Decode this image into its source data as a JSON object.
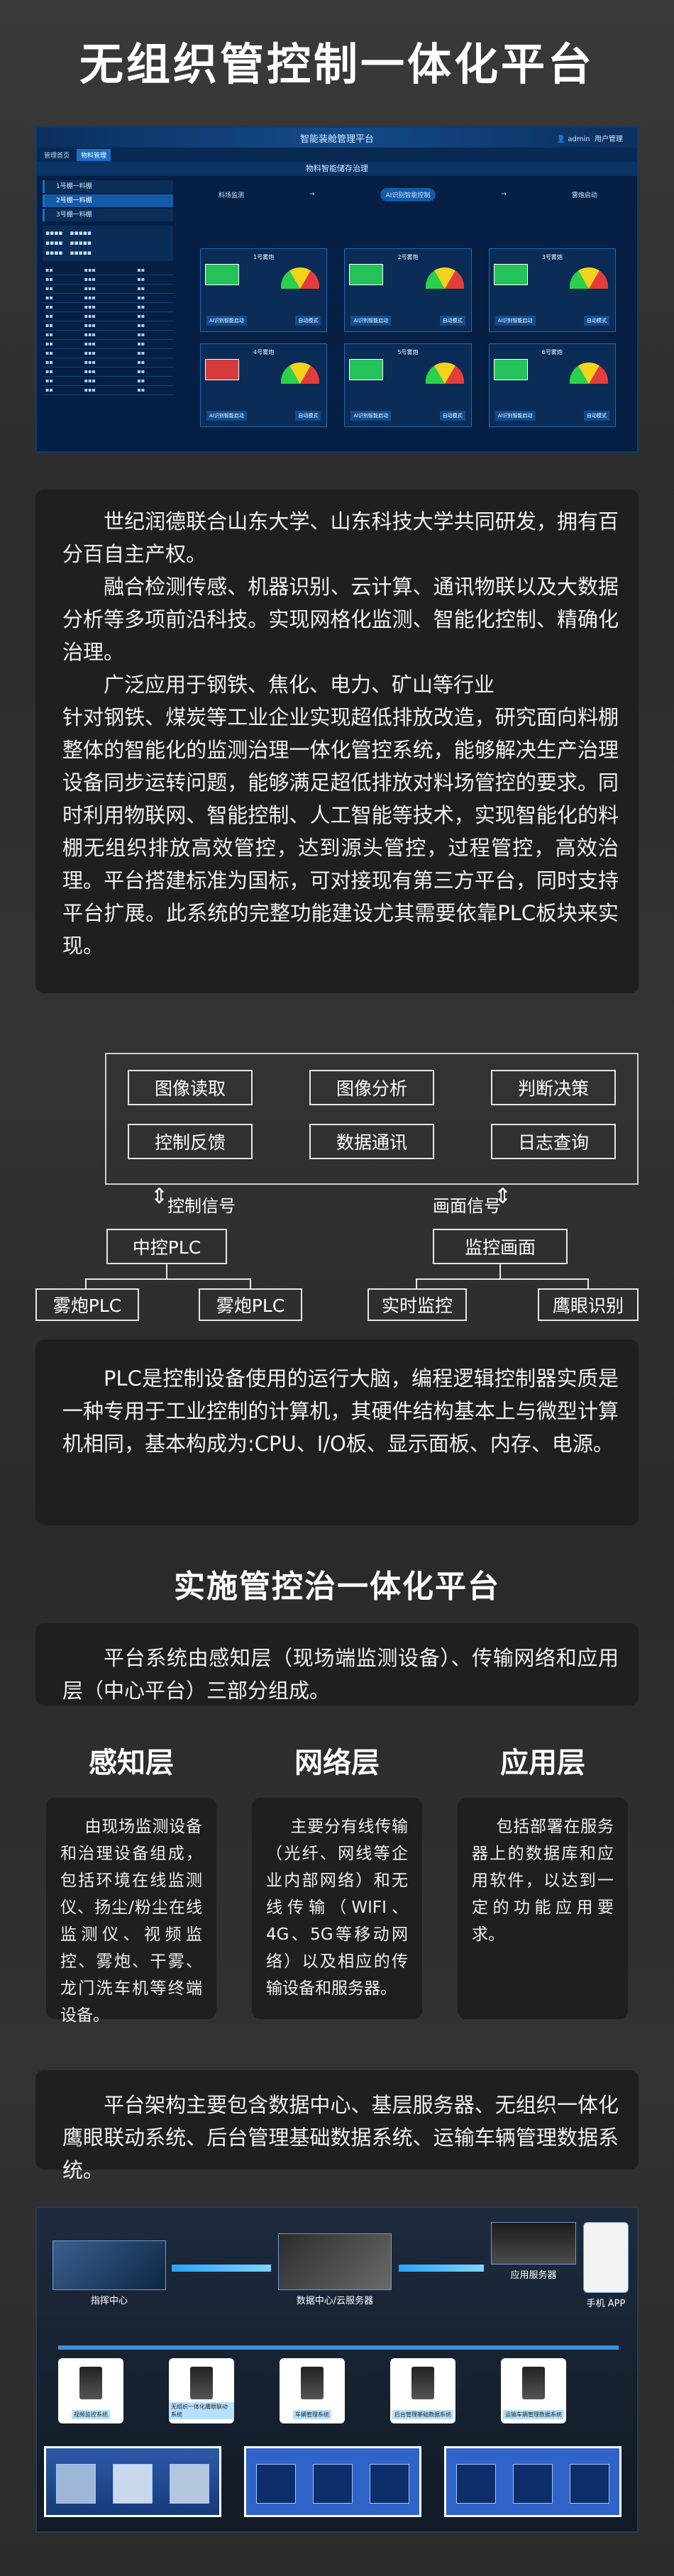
{
  "title": "无组织管控制一体化平台",
  "dashboard": {
    "app_title": "智能装舱管理平台",
    "user": "admin",
    "user_center": "用户管理",
    "nav": [
      "管理首页",
      "物料管理"
    ],
    "subtitle": "物料智能储存治理",
    "menu": [
      "1号棚一料棚",
      "2号棚一料棚",
      "3号棚一料棚"
    ],
    "flow": [
      "料场监测",
      "AI识别智能控制",
      "雾炮启动"
    ],
    "cards": [
      "1号雾炮",
      "2号雾炮",
      "3号雾炮",
      "4号雾炮",
      "5号雾炮",
      "6号雾炮"
    ],
    "card_btn": "AI识别智能启动",
    "card_btn2": "自动模式"
  },
  "intro": {
    "p1": "世纪润德联合山东大学、山东科技大学共同研发，拥有百分百自主产权。",
    "p2": "融合检测传感、机器识别、云计算、通讯物联以及大数据分析等多项前沿科技。实现网格化监测、智能化控制、精确化治理。",
    "p3": "广泛应用于钢铁、焦化、电力、矿山等行业",
    "p4": "针对钢铁、煤炭等工业企业实现超低排放改造，研究面向料棚整体的智能化的监测治理一体化管控系统，能够解决生产治理设备同步运转问题，能够满足超低排放对料场管控的要求。同时利用物联网、智能控制、人工智能等技术，实现智能化的料棚无组织排放高效管控，达到源头管控，过程管控，高效治理。平台搭建标准为国标，可对接现有第三方平台，同时支持平台扩展。此系统的完整功能建设尤其需要依靠PLC板块来实现。"
  },
  "diagram": {
    "top_boxes": [
      "图像读取",
      "图像分析",
      "判断决策",
      "控制反馈",
      "数据通讯",
      "日志查询"
    ],
    "signal_left": "控制信号",
    "signal_right": "画面信号",
    "mid_left": "中控PLC",
    "mid_right": "监控画面",
    "bottom": [
      "雾炮PLC",
      "雾炮PLC",
      "实时监控",
      "鹰眼识别"
    ]
  },
  "plc_text": "PLC是控制设备使用的运行大脑，编程逻辑控制器实质是一种专用于工业控制的计算机，其硬件结构基本上与微型计算机相同，基本构成为:CPU、I/O板、显示面板、内存、电源。",
  "section_title": "实施管控治一体化平台",
  "platform_text": "平台系统由感知层（现场端监测设备）、传输网络和应用层（中心平台）三部分组成。",
  "layers": [
    {
      "name": "感知层",
      "desc": "由现场监测设备和治理设备组成，包括环境在线监测仪、扬尘/粉尘在线监测仪、视频监控、雾炮、干雾、龙门洗车机等终端设备。"
    },
    {
      "name": "网络层",
      "desc": "主要分有线传输（光纤、网线等企业内部网络）和无线传输（WIFI、4G、5G等移动网络）以及相应的传输设备和服务器。"
    },
    {
      "name": "应用层",
      "desc": "包括部署在服务器上的数据库和应用软件，以达到一定的功能应用要求。"
    }
  ],
  "arch_text": "平台架构主要包含数据中心、基层服务器、无组织一体化鹰眼联动系统、后台管理基础数据系统、运输车辆管理数据系统。",
  "arch": {
    "center": "指挥中心",
    "data_center": "数据中心/云服务器",
    "app": "手机 APP",
    "servers": "应用服务器",
    "tiles": [
      "视频监控系统",
      "无组织一体化鹰眼联动系统",
      "车辆管理系统",
      "后台管理基础数据系统",
      "运输车辆管理数据系统"
    ]
  }
}
